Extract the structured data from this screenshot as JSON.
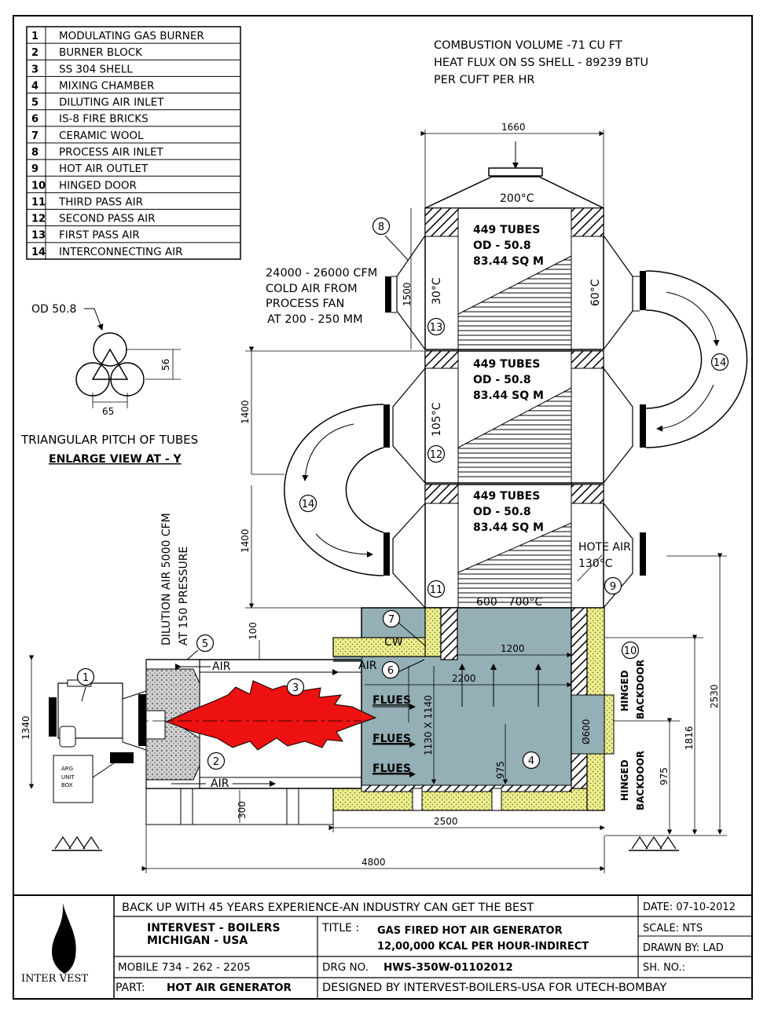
{
  "legend": [
    {
      "num": "1",
      "label": "MODULATING GAS BURNER"
    },
    {
      "num": "2",
      "label": "BURNER BLOCK"
    },
    {
      "num": "3",
      "label": "SS 304 SHELL"
    },
    {
      "num": "4",
      "label": "MIXING CHAMBER"
    },
    {
      "num": "5",
      "label": "DILUTING AIR INLET"
    },
    {
      "num": "6",
      "label": "IS-8 FIRE BRICKS"
    },
    {
      "num": "7",
      "label": "CERAMIC WOOL"
    },
    {
      "num": "8",
      "label": "PROCESS AIR INLET"
    },
    {
      "num": "9",
      "label": "HOT AIR OUTLET"
    },
    {
      "num": "10",
      "label": "HINGED DOOR"
    },
    {
      "num": "11",
      "label": "THIRD PASS  AIR"
    },
    {
      "num": "12",
      "label": "SECOND PASS AIR"
    },
    {
      "num": "13",
      "label": "FIRST PASS  AIR"
    },
    {
      "num": "14",
      "label": "INTERCONNECTING AIR"
    }
  ],
  "notes": {
    "line1": "COMBUSTION VOLUME  -71 CU FT",
    "line2": "HEAT FLUX ON SS SHELL - 89239 BTU",
    "line3": "PER CUFT PER HR"
  },
  "process_air": {
    "line1": "24000 - 26000 CFM",
    "line2": "COLD AIR FROM",
    "line3": "PROCESS FAN",
    "line4": "AT 200 - 250 MM"
  },
  "tube_detail": {
    "od": "OD 50.8",
    "pitch_v": "56",
    "pitch_h": "65",
    "caption": "TRIANGULAR PITCH OF TUBES",
    "subcaption": "ENLARGE VIEW AT - Y"
  },
  "tube_bank": {
    "line1": "449 TUBES",
    "line2": "OD - 50.8",
    "line3": "83.44 SQ M"
  },
  "temps": {
    "top": "200°C",
    "pass1_left": "30°C",
    "pass1_right": "60°C",
    "pass2": "105°C",
    "hot_air": "HOTE AIR",
    "hot_air_temp": "130°C",
    "flue": "600 - 700°C"
  },
  "dilution": {
    "line1": "DILUTION AIR 5000 CFM",
    "line2": "AT 150 PRESSURE"
  },
  "labels": {
    "air": "AIR",
    "cw": "CW",
    "flues": "FLUES",
    "hinged_back_door": "HINGED",
    "hinged_back_door2": "BACKDOOR",
    "hinged": "HINGED",
    "backdoor": "BACKDOOR",
    "burner_box1": "ARG",
    "burner_box2": "UNIT",
    "burner_box3": "BOX"
  },
  "dimensions": {
    "d1660": "1660",
    "d1500": "1500",
    "d1400a": "1400",
    "d1400b": "1400",
    "d100": "100",
    "d1200": "1200",
    "d2200": "2200",
    "d1140": "1130 X 1140",
    "d975a": "975",
    "d600": "Ø600",
    "d1816": "1816",
    "d2530": "2530",
    "d975b": "975",
    "d1340": "1340",
    "d300": "300",
    "d2500": "2500",
    "d4800": "4800"
  },
  "callouts": [
    "1",
    "2",
    "3",
    "4",
    "5",
    "6",
    "7",
    "8",
    "9",
    "10",
    "11",
    "12",
    "13",
    "14",
    "14"
  ],
  "title_block": {
    "slogan": "BACK UP WITH 45 YEARS EXPERIENCE-AN INDUSTRY CAN GET THE BEST",
    "date": "DATE: 07-10-2012",
    "company1": "INTERVEST - BOILERS",
    "company2": "MICHIGAN -  USA",
    "title_label": "TITLE :",
    "title1": "GAS FIRED HOT AIR GENERATOR",
    "title2": "12,00,000 KCAL PER HOUR-INDIRECT",
    "scale": "SCALE:  NTS",
    "drawn": "DRAWN BY:   LAD",
    "mobile": "MOBILE  734 - 262 - 2205",
    "drg_label": "DRG NO.",
    "drg_no": "HWS-350W-01102012",
    "sh": "SH. NO.:",
    "part_label": "PART:",
    "part": "HOT AIR GENERATOR",
    "designed": "DESIGNED BY INTERVEST-BOILERS-USA FOR UTECH-BOMBAY",
    "logo_text": "INTER VEST"
  },
  "colors": {
    "chamber": "#94afb5",
    "insulation": "#eeee88",
    "flame": "#ee1111",
    "line": "#000000"
  }
}
